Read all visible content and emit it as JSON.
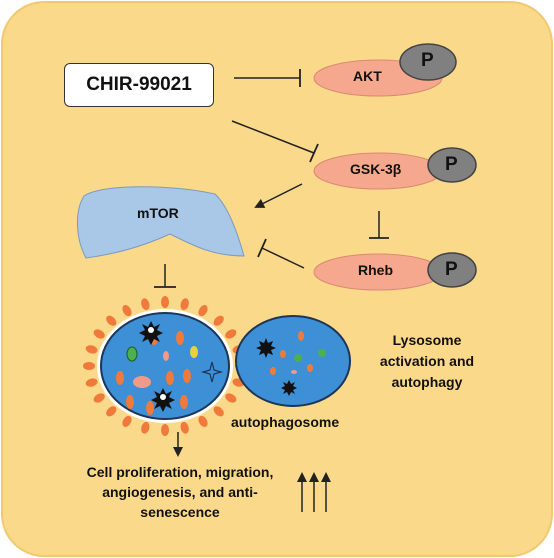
{
  "drug": "CHIR-99021",
  "proteins": {
    "akt": "AKT",
    "gsk3b": "GSK-3β",
    "rheb": "Rheb",
    "mtor": "mTOR"
  },
  "phospho_label": "P",
  "labels": {
    "autophagosome": "autophagosome",
    "lysosome_line1": "Lysosome",
    "lysosome_line2": "activation and",
    "lysosome_line3": "autophagy",
    "outcome_line1": "Cell proliferation, migration,",
    "outcome_line2": "angiogenesis, and anti-",
    "outcome_line3": "senescence"
  },
  "colors": {
    "background": "#fbd98a",
    "protein_fill": "#f5a88d",
    "phospho_fill": "#808080",
    "mtor_fill": "#a9c7e6",
    "cell_fill": "#3d8fd6",
    "dot_fill": "#f07a3c"
  }
}
